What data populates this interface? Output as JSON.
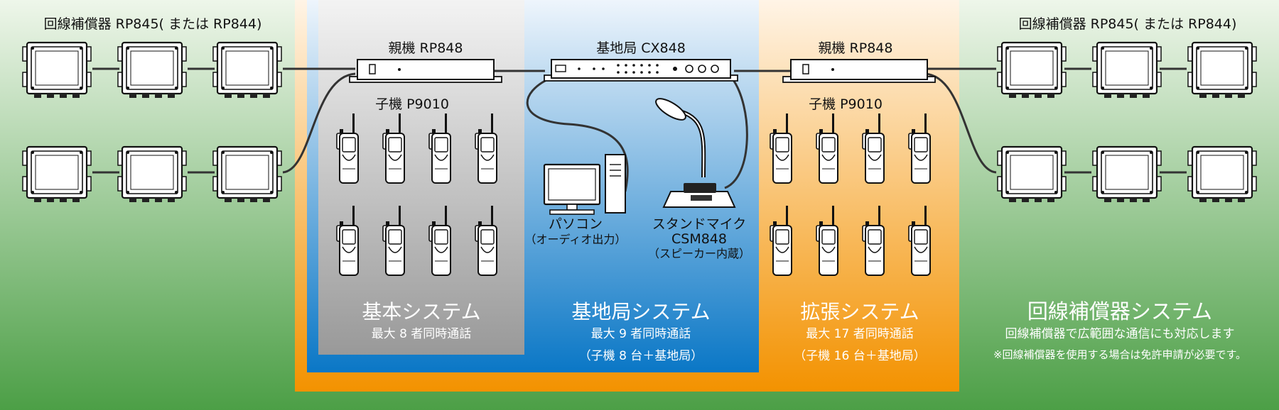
{
  "labels": {
    "repeater_left": "回線補償器 RP845( または RP844)",
    "repeater_right": "回線補償器 RP845( または RP844)",
    "parent_left": "親機 RP848",
    "base_station": "基地局 CX848",
    "parent_right": "親機 RP848",
    "child_left": "子機 P9010",
    "child_right": "子機 P9010",
    "pc_name": "パソコン",
    "pc_note": "（オーディオ出力）",
    "mic_name": "スタンドマイク",
    "mic_model": "CSM848",
    "mic_note": "（スピーカー内蔵）"
  },
  "systems": {
    "basic": {
      "title": "基本システム",
      "line1": "最大 8 者同時通話",
      "line2": ""
    },
    "base": {
      "title": "基地局システム",
      "line1": "最大 9 者同時通話",
      "line2": "（子機 8 台＋基地局）"
    },
    "expand": {
      "title": "拡張システム",
      "line1": "最大 17 者同時通話",
      "line2": "（子機 16 台＋基地局）"
    },
    "repeater": {
      "title": "回線補償器システム",
      "line1": "回線補償器で広範囲な通信にも対応します",
      "line2": "※回線補償器を使用する場合は免許申請が必要です。"
    }
  },
  "colors": {
    "green_top": "#e9f4e5",
    "green_bottom": "#4ea048",
    "orange": "#f39200",
    "orange_light": "#fde7cc",
    "blue": "#0a78c8",
    "blue_light": "#e7f1fa",
    "gray": "#9c9c9c",
    "gray_light": "#ebebeb"
  },
  "icons": [
    "repeater-unit-icon",
    "parent-unit-icon",
    "base-station-icon",
    "radio-handset-icon",
    "computer-icon",
    "stand-microphone-icon"
  ]
}
